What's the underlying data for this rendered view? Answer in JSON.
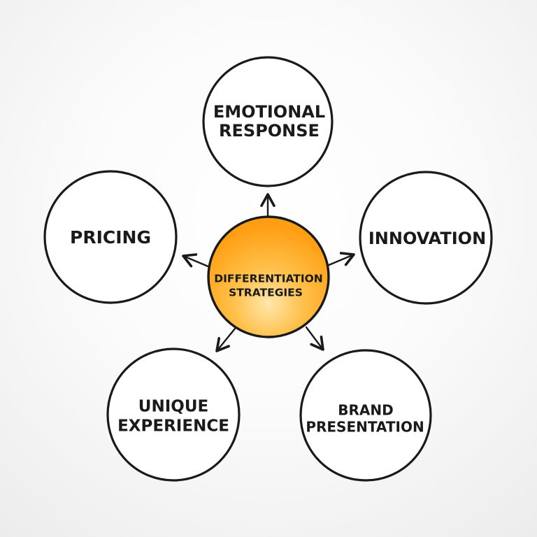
{
  "diagram": {
    "center": {
      "lines": [
        "DIFFERENTIATION",
        "STRATEGIES"
      ],
      "fill_top": "#ffa81f",
      "fill_bottom": "#ffd07a"
    },
    "nodes": [
      {
        "id": "emotional",
        "lines": [
          "EMOTIONAL",
          "RESPONSE"
        ]
      },
      {
        "id": "innovation",
        "lines": [
          "INNOVATION"
        ]
      },
      {
        "id": "brand",
        "lines": [
          "BRAND",
          "PRESENTATION"
        ]
      },
      {
        "id": "unique",
        "lines": [
          "UNIQUE",
          "EXPERIENCE"
        ]
      },
      {
        "id": "pricing",
        "lines": [
          "PRICING"
        ]
      }
    ],
    "colors": {
      "outline": "#1a1a1a",
      "node_fill": "#ffffff"
    }
  }
}
